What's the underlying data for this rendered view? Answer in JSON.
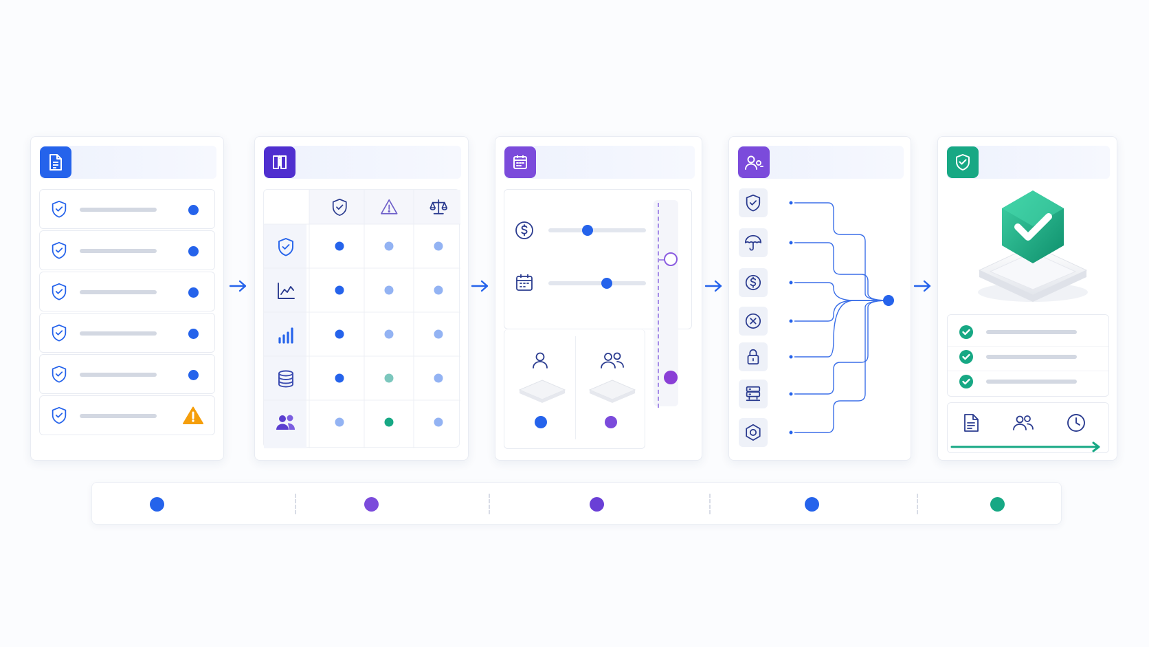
{
  "colors": {
    "blue": "#2563eb",
    "indigo": "#4f2fcf",
    "purple": "#7b4bdb",
    "teal": "#17a884",
    "warning": "#f59e0b",
    "light_blue": "#93b3f3",
    "light_teal": "#7cc7bd"
  },
  "panels": [
    {
      "name": "documents",
      "header_icon": "document-icon",
      "rows": [
        {
          "icon": "shield-check-icon",
          "status": "dot-blue"
        },
        {
          "icon": "shield-check-icon",
          "status": "dot-blue"
        },
        {
          "icon": "shield-check-icon",
          "status": "dot-blue"
        },
        {
          "icon": "shield-check-icon",
          "status": "dot-blue"
        },
        {
          "icon": "shield-check-icon",
          "status": "dot-blue"
        },
        {
          "icon": "shield-check-icon",
          "status": "warning-icon"
        }
      ]
    },
    {
      "name": "risk-matrix",
      "header_icon": "info-book-icon",
      "columns": [
        "shield-check-icon",
        "warning-triangle-icon",
        "scale-icon"
      ],
      "rows": [
        "shield-check-icon",
        "line-chart-icon",
        "bar-chart-icon",
        "database-icon",
        "users-icon"
      ]
    },
    {
      "name": "scheduling",
      "header_icon": "calendar-icon",
      "sliders": [
        {
          "icon": "dollar-icon",
          "value": 0.4
        },
        {
          "icon": "calendar-icon",
          "value": 0.6
        }
      ],
      "people": [
        {
          "icon": "user-icon",
          "color": "blue"
        },
        {
          "icon": "users-icon",
          "color": "purple"
        }
      ]
    },
    {
      "name": "integration",
      "header_icon": "user-group-icon",
      "sources": [
        "shield-check-icon",
        "umbrella-icon",
        "dollar-icon",
        "x-circle-icon",
        "lock-icon",
        "server-icon",
        "hexagon-icon"
      ]
    },
    {
      "name": "verification",
      "header_icon": "shield-check-icon",
      "checks": 3,
      "footer_icons": [
        "document-icon",
        "users-icon",
        "clock-icon"
      ]
    }
  ],
  "timeline": [
    "blue",
    "purple",
    "purple",
    "blue",
    "teal"
  ]
}
